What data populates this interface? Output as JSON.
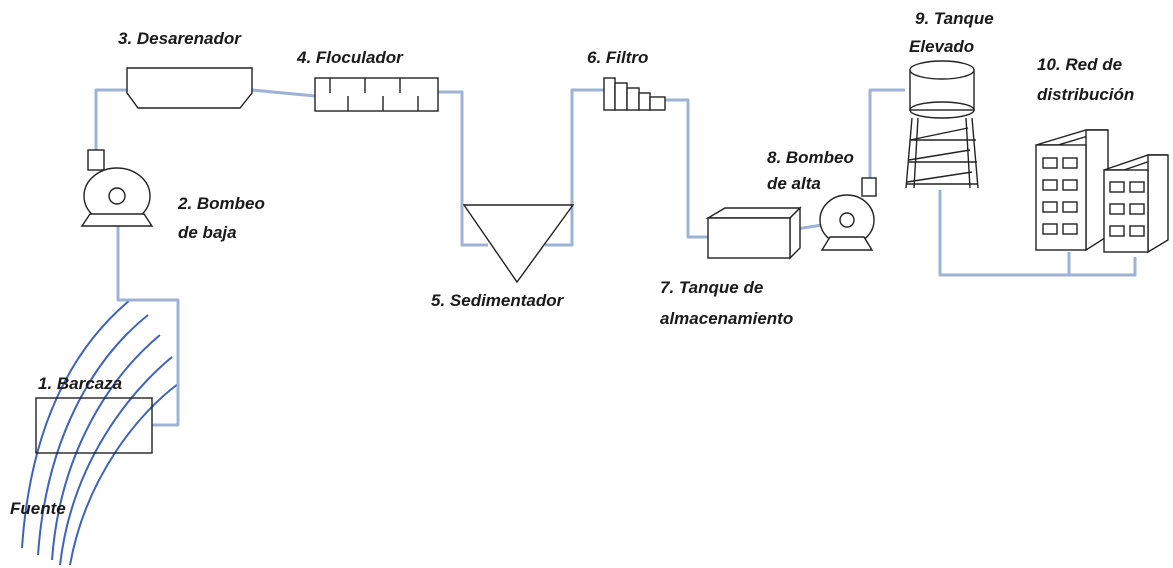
{
  "title": "",
  "stages": {
    "s1": "1. Barcaza",
    "s2a": "2. Bombeo",
    "s2b": "de baja",
    "s3": "3. Desarenador",
    "s4": "4. Floculador",
    "s5": "5. Sedimentador",
    "s6": "6. Filtro",
    "s7a": "7. Tanque de",
    "s7b": "almacenamiento",
    "s8a": "8. Bombeo",
    "s8b": "de alta",
    "s9a": "9. Tanque",
    "s9b": "Elevado",
    "s10a": "10.  Red de",
    "s10b": "distribución"
  },
  "source": "Fuente",
  "colors": {
    "pipe": "#9cb3d6",
    "river": "#3e63b8",
    "outline": "#222222"
  },
  "icons": [
    "river-lines",
    "barge",
    "pump",
    "grit-chamber",
    "flocculator",
    "settling-cone",
    "filter",
    "storage-tank",
    "elevated-tank",
    "buildings"
  ]
}
